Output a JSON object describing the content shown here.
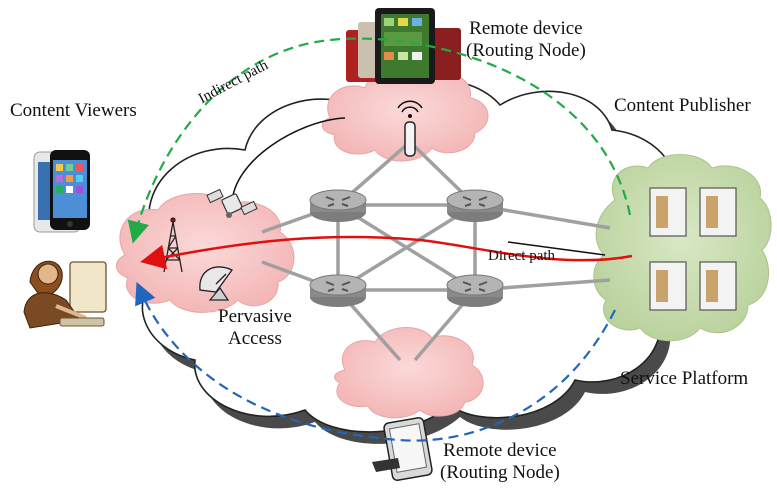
{
  "labels": {
    "remote_top_line1": "Remote device",
    "remote_top_line2": "(Routing Node)",
    "content_viewers": "Content Viewers",
    "content_publisher": "Content Publisher",
    "indirect_path": "Indirect path",
    "direct_path": "Direct path",
    "pervasive_line1": "Pervasive",
    "pervasive_line2": "Access",
    "service_platform": "Service Platform",
    "remote_bottom_line1": "Remote device",
    "remote_bottom_line2": "(Routing Node)"
  },
  "colors": {
    "indirect_path_top": "#22aa44",
    "indirect_path_bottom": "#2266bb",
    "direct_path": "#e01010",
    "cloud_pink": "#f7c6c6",
    "cloud_green": "#c8ddb0",
    "router_gray": "#9a9a9a"
  },
  "icons": [
    "tablet-icon",
    "wifi-antenna-icon",
    "satellite-icon",
    "cell-tower-icon",
    "satellite-dish-icon",
    "smartphone-icon",
    "user-at-computer-icon",
    "server-rack-icon",
    "router-icon"
  ]
}
